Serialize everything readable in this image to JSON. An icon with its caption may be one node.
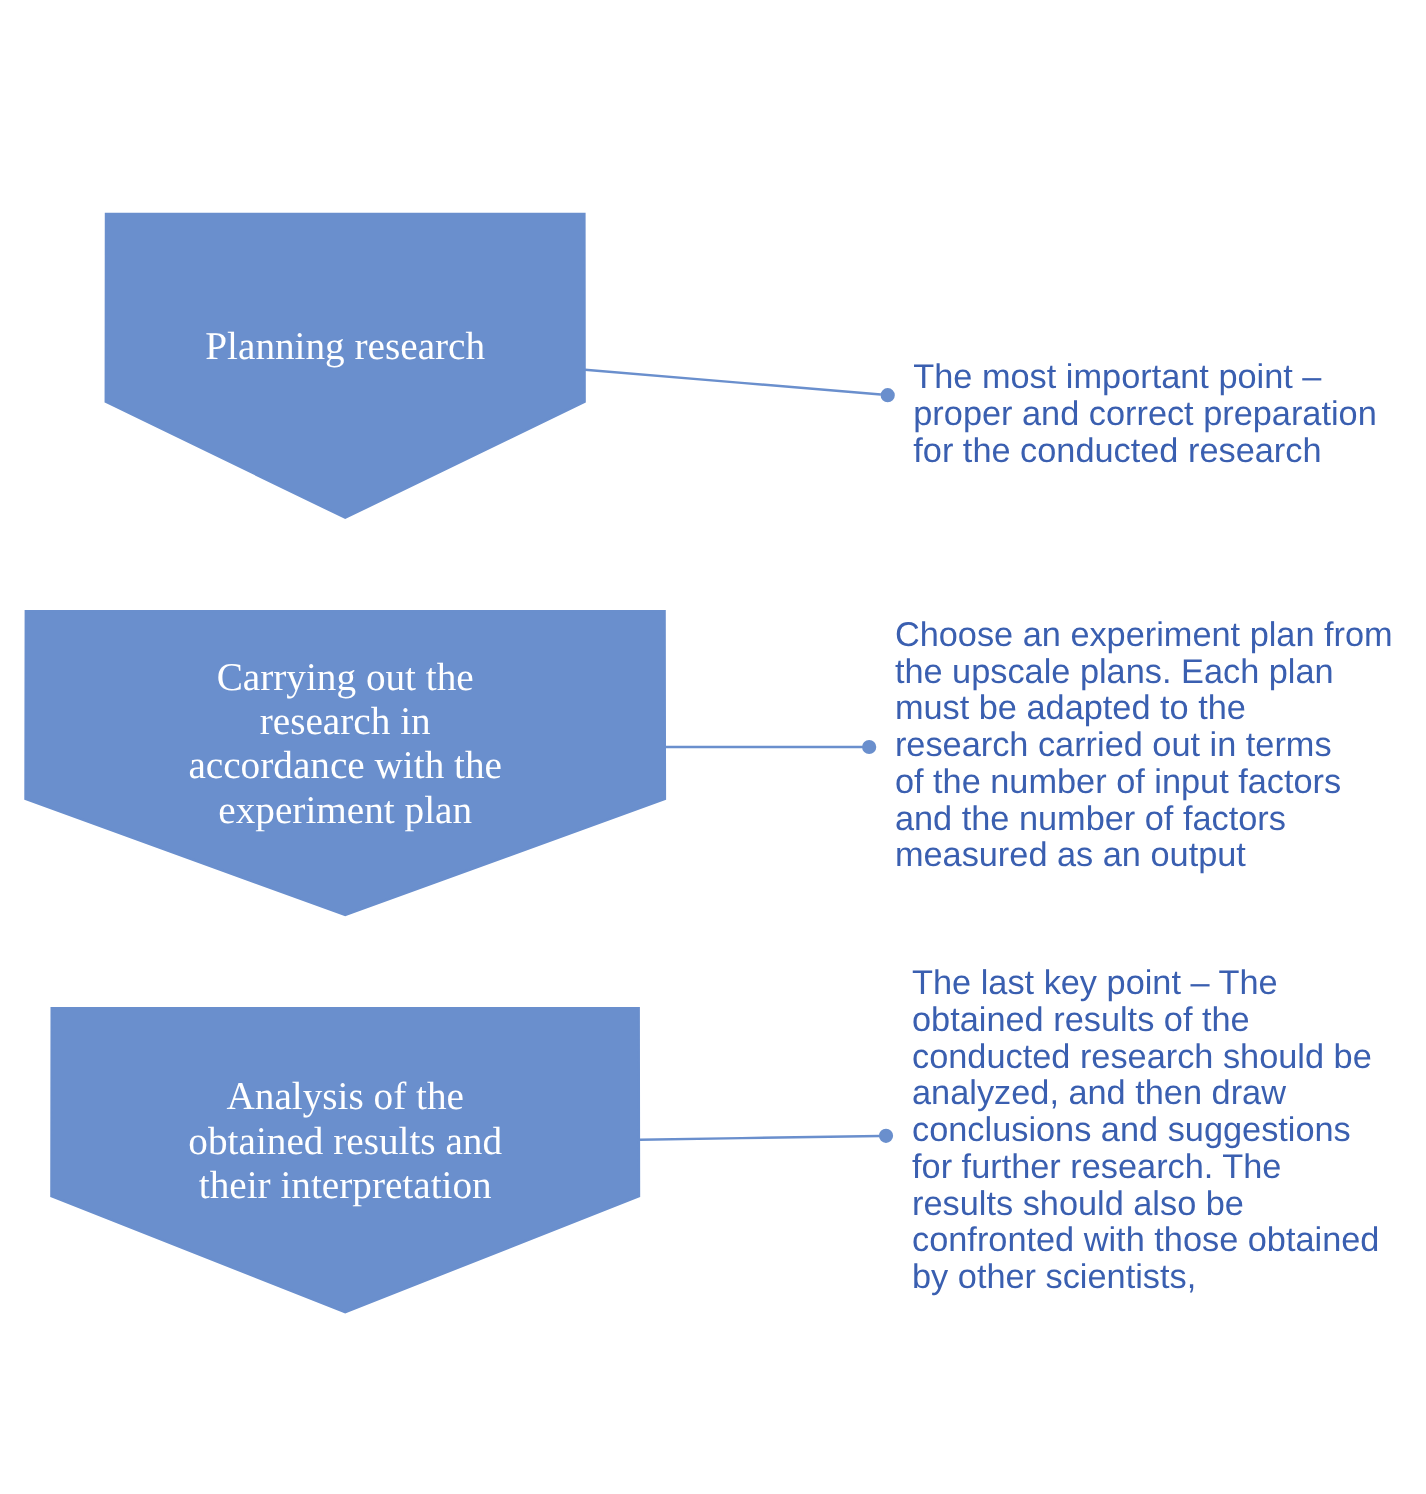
{
  "diagram": {
    "nodes": [
      {
        "text": [
          "Planning research"
        ]
      },
      {
        "text": [
          "Carrying out the research in accordance with the experiment plan"
        ]
      },
      {
        "text": [
          "Analysis of the obtained results and their interpretation"
        ]
      },
      {
        "text": [
          "The most important point – proper and correct preparation for the conducted research"
        ]
      },
      {
        "text": [
          "Choose an experiment plan from the upscale plans. Each plan must be adapted to the research carried out in terms of the number of input factors and the number of factors measured as an output"
        ]
      },
      {
        "text": [
          "The last key point – The obtained results of the conducted research should be analyzed, and then draw conclusions and suggestions for further research. The results should also be confronted with those obtained by other scientists,"
        ]
      }
    ],
    "edges": [
      {
        "from": 0,
        "to": 3,
        "arrow": "other"
      },
      {
        "from": 1,
        "to": 4,
        "arrow": "other"
      },
      {
        "from": 2,
        "to": 5,
        "arrow": "other"
      }
    ]
  }
}
